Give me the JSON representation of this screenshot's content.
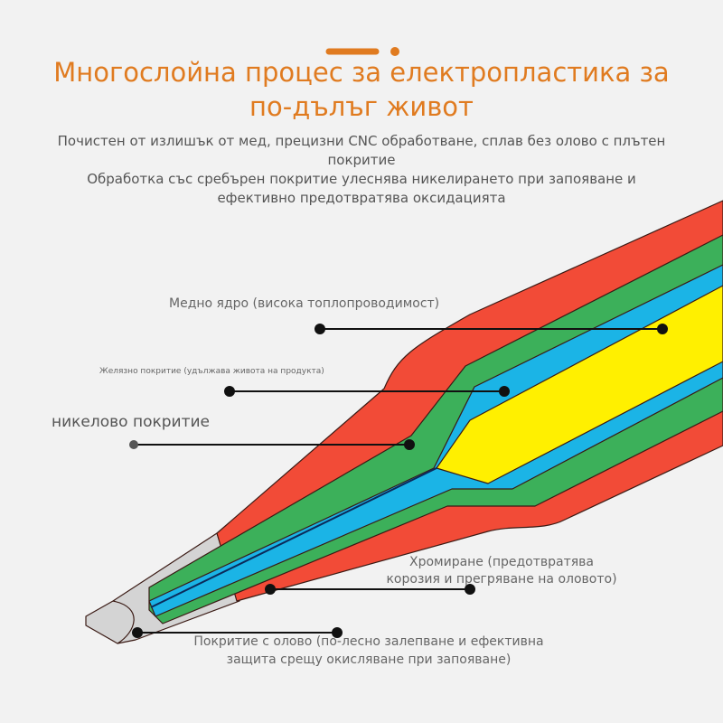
{
  "header": {
    "decor_color": "#e07b20",
    "title_line1": "Многослойна процес за електропластика за",
    "title_line2": "по-дълъг живот",
    "subtitle_1": "Почистен от излишък от мед, прецизни CNC обработване, сплав без олово с плътен покритие",
    "subtitle_2": "Обработка със сребърен покритие улеснява никелирането при запояване и ефективно предотвратява оксидацията"
  },
  "diagram": {
    "layer_colors": {
      "tin_tip": "#d4d4d4",
      "outer": "#f24b37",
      "iron": "#3cb05a",
      "nickel": "#1bb4e6",
      "copper_core": "#fff000"
    },
    "labels": {
      "copper_core": "Медно ядро (висока топлопроводимост)",
      "iron": "Желязно покритие (удължава живота на продукта)",
      "nickel": "никелово покритие",
      "chrome_1": "Хромиране (предотвратява",
      "chrome_2": "корозия и прегряване на оловото)",
      "tin_1": "Покритие с олово (по-лесно залепване и ефективна",
      "tin_2": "защита срещу окисляване при запояване)"
    }
  }
}
